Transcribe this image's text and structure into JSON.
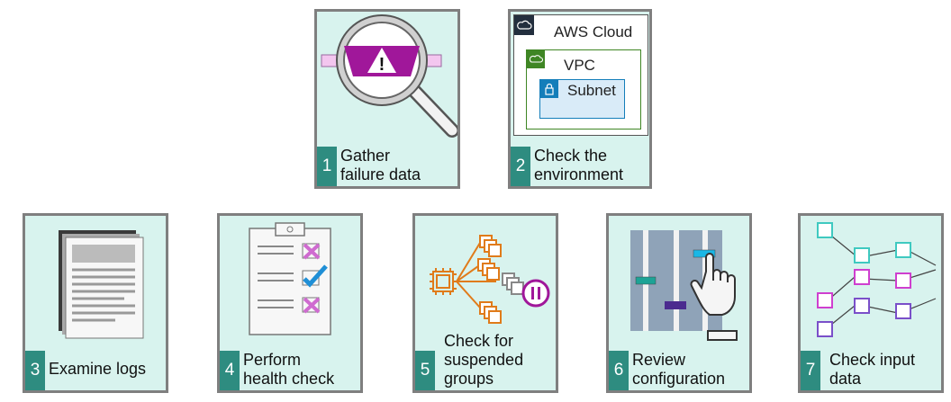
{
  "steps": [
    {
      "number": "1",
      "line1": "Gather",
      "line2": "failure data",
      "icon": "magnifier-warning-icon"
    },
    {
      "number": "2",
      "line1": "Check the",
      "line2": "environment",
      "icon": "aws-network-icon"
    },
    {
      "number": "3",
      "line1": "Examine logs",
      "line2": "",
      "icon": "log-documents-icon"
    },
    {
      "number": "4",
      "line1": "Perform",
      "line2": "health check",
      "icon": "clipboard-checklist-icon"
    },
    {
      "number": "5",
      "line1": "Check for",
      "line2": "suspended",
      "line3": "groups",
      "icon": "suspended-group-icon"
    },
    {
      "number": "6",
      "line1": "Review",
      "line2": "configuration",
      "icon": "config-sliders-icon"
    },
    {
      "number": "7",
      "line1": "Check input",
      "line2": "data",
      "icon": "data-graph-icon"
    }
  ],
  "env": {
    "cloud": "AWS Cloud",
    "vpc": "VPC",
    "subnet": "Subnet"
  },
  "colors": {
    "card": "#d8f3ee",
    "badge": "#2e8c80",
    "border": "#7f7f7f",
    "purple": "#a0179a",
    "orange": "#e07b1a"
  }
}
